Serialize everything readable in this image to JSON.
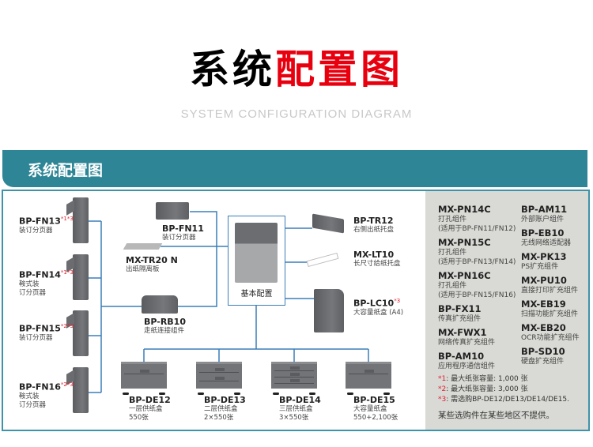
{
  "header": {
    "title_black": "系统",
    "title_red": "配置图",
    "subtitle": "SYSTEM CONFIGURATION DIAGRAM",
    "banner": "系统配置图"
  },
  "colors": {
    "accent": "#2e8595",
    "line": "#3b7fb8",
    "red": "#e8000f",
    "panel": "#d9d9d5"
  },
  "diagram": {
    "finishers": [
      {
        "name": "BP-FN13",
        "sup": "*1*3",
        "desc": [
          "装订分页器"
        ]
      },
      {
        "name": "BP-FN14",
        "sup": "*1*3",
        "desc": [
          "鞍式装",
          "订分页器"
        ]
      },
      {
        "name": "BP-FN15",
        "sup": "*2*3",
        "desc": [
          "装订分页器"
        ]
      },
      {
        "name": "BP-FN16",
        "sup": "*2*3",
        "desc": [
          "鞍式装",
          "订分页器"
        ]
      }
    ],
    "fn11": {
      "name": "BP-FN11",
      "desc": "装订分页器"
    },
    "tr20": {
      "name": "MX-TR20 N",
      "desc": "出纸隔离板"
    },
    "rb10": {
      "name": "BP-RB10",
      "desc": "走纸连接组件"
    },
    "main": {
      "label": "基本配置"
    },
    "tr12": {
      "name": "BP-TR12",
      "desc": "右侧出纸托盘"
    },
    "lt10": {
      "name": "MX-LT10",
      "desc": "长尺寸给纸托盘"
    },
    "lc10": {
      "name": "BP-LC10",
      "sup": "*3",
      "desc": "大容量纸盒 (A4)"
    },
    "trays": [
      {
        "name": "BP-DE12",
        "desc": "一层供纸盒",
        "cap": "550张"
      },
      {
        "name": "BP-DE13",
        "desc": "二层供纸盒",
        "cap": "2×550张"
      },
      {
        "name": "BP-DE14",
        "desc": "三层供纸盒",
        "cap": "3×550张"
      },
      {
        "name": "BP-DE15",
        "desc": "大容量纸盒",
        "cap": "550+2,100张"
      }
    ]
  },
  "panel": {
    "left": [
      {
        "name": "MX-PN14C",
        "desc": [
          "打孔组件",
          "(适用于BP-FN11/FN12)"
        ]
      },
      {
        "name": "MX-PN15C",
        "desc": [
          "打孔组件",
          "(适用于BP-FN13/FN14)"
        ]
      },
      {
        "name": "MX-PN16C",
        "desc": [
          "打孔组件",
          "(适用于BP-FN15/FN16)"
        ]
      },
      {
        "name": "BP-FX11",
        "desc": [
          "传真扩充组件"
        ]
      },
      {
        "name": "MX-FWX1",
        "desc": [
          "网络传真扩充组件"
        ]
      },
      {
        "name": "BP-AM10",
        "desc": [
          "应用程序通信组件"
        ]
      }
    ],
    "right": [
      {
        "name": "BP-AM11",
        "desc": [
          "外部账户组件"
        ]
      },
      {
        "name": "BP-EB10",
        "desc": [
          "无线网络适配器"
        ]
      },
      {
        "name": "MX-PK13",
        "desc": [
          "PS扩充组件"
        ]
      },
      {
        "name": "MX-PU10",
        "desc": [
          "直接打印扩充组件"
        ]
      },
      {
        "name": "MX-EB19",
        "desc": [
          "扫描功能扩充组件"
        ]
      },
      {
        "name": "MX-EB20",
        "desc": [
          "OCR功能扩充组件"
        ]
      },
      {
        "name": "BP-SD10",
        "desc": [
          "硬盘扩充组件"
        ]
      }
    ],
    "notes": [
      {
        "mark": "*1",
        "text": ": 最大纸张容量: 1,000 张"
      },
      {
        "mark": "*2",
        "text": ": 最大纸张容量: 3,000 张"
      },
      {
        "mark": "*3",
        "text": ": 需选购BP-DE12/DE13/DE14/DE15."
      }
    ],
    "disclaimer": "某些选购件在某些地区不提供。"
  }
}
